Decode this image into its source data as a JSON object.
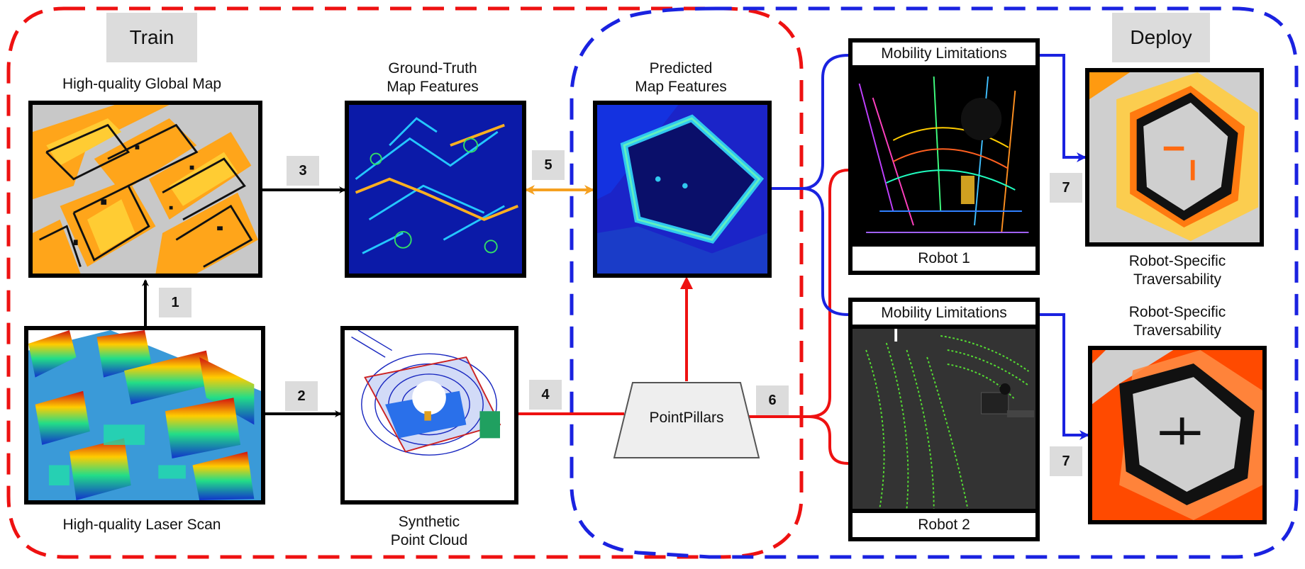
{
  "sections": {
    "train": "Train",
    "deploy": "Deploy"
  },
  "captions": {
    "global_map": "High-quality Global Map",
    "laser_scan": "High-quality Laser Scan",
    "gt_features_l1": "Ground-Truth",
    "gt_features_l2": "Map Features",
    "pred_features_l1": "Predicted",
    "pred_features_l2": "Map Features",
    "synthetic_l1": "Synthetic",
    "synthetic_l2": "Point Cloud",
    "trav1_l1": "Robot-Specific",
    "trav1_l2": "Traversability",
    "trav2_l1": "Robot-Specific",
    "trav2_l2": "Traversability"
  },
  "network": {
    "label": "PointPillars"
  },
  "robot1": {
    "mobility": "Mobility Limitations",
    "name": "Robot 1"
  },
  "robot2": {
    "mobility": "Mobility Limitations",
    "name": "Robot 2"
  },
  "steps": [
    "1",
    "2",
    "3",
    "4",
    "5",
    "6",
    "7",
    "7"
  ],
  "colors": {
    "train": "#ee1111",
    "deploy": "#1a22e0",
    "bidirectional": "#f5a020",
    "arrow": "#000000"
  }
}
